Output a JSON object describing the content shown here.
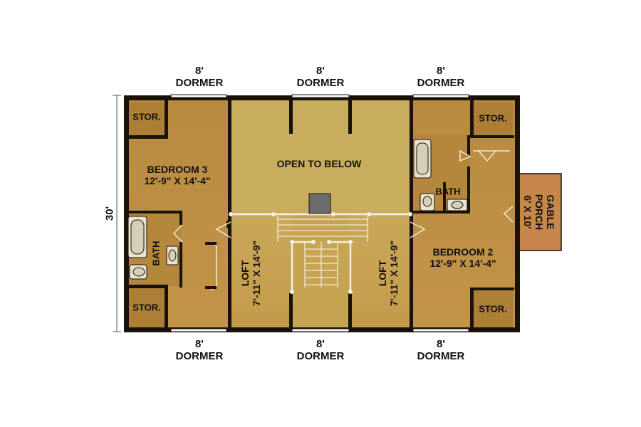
{
  "overall_dimension": "30'",
  "dormers": [
    {
      "size": "8'",
      "label": "DORMER"
    },
    {
      "size": "8'",
      "label": "DORMER"
    },
    {
      "size": "8'",
      "label": "DORMER"
    },
    {
      "size": "8'",
      "label": "DORMER"
    },
    {
      "size": "8'",
      "label": "DORMER"
    },
    {
      "size": "8'",
      "label": "DORMER"
    }
  ],
  "rooms": {
    "bedroom3": {
      "name": "BEDROOM 3",
      "size": "12'-9\" X 14'-4\""
    },
    "bedroom2": {
      "name": "BEDROOM 2",
      "size": "12'-9\" X 14'-4\""
    },
    "open_to_below": "OPEN TO BELOW",
    "loft_left": {
      "name": "LOFT",
      "size": "7'-11\" X 14'-9\""
    },
    "loft_right": {
      "name": "LOFT",
      "size": "7'-11\" X 14'-9\""
    },
    "bath_left": "BATH",
    "bath_right": "BATH",
    "stor_top_left": "STOR.",
    "stor_bottom_left": "STOR.",
    "stor_top_right": "STOR.",
    "stor_bottom_right": "STOR.",
    "gable_porch": {
      "name": "GABLE PORCH",
      "size": "6' X 10'"
    }
  },
  "colors": {
    "wall": "#1a1208",
    "bedroom_floor": "#b8893f",
    "loft_floor": "#c7a450",
    "open_floor": "#c9ad5e",
    "stor_floor": "#ad7e36",
    "porch_floor": "#c7864a",
    "fixture": "#e8e2cf"
  }
}
